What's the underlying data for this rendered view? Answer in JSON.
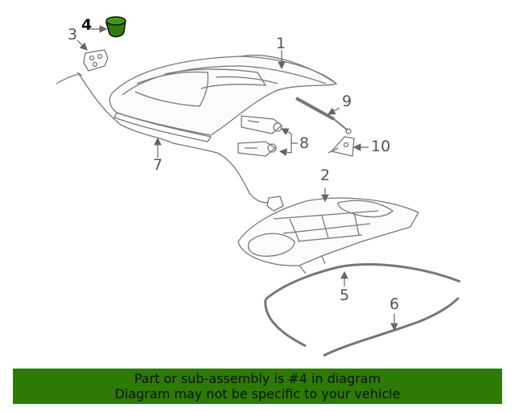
{
  "callouts": {
    "c1": "1",
    "c2": "2",
    "c3": "3",
    "c4": "4",
    "c5": "5",
    "c6": "6",
    "c7": "7",
    "c8": "8",
    "c9": "9",
    "c10": "10"
  },
  "highlight": {
    "part": "4",
    "color": "#2e7d0a"
  },
  "banner": {
    "line1": "Part or sub-assembly is #4 in diagram",
    "line2": "Diagram may not be specific to your vehicle",
    "color": "#2d7a05"
  }
}
